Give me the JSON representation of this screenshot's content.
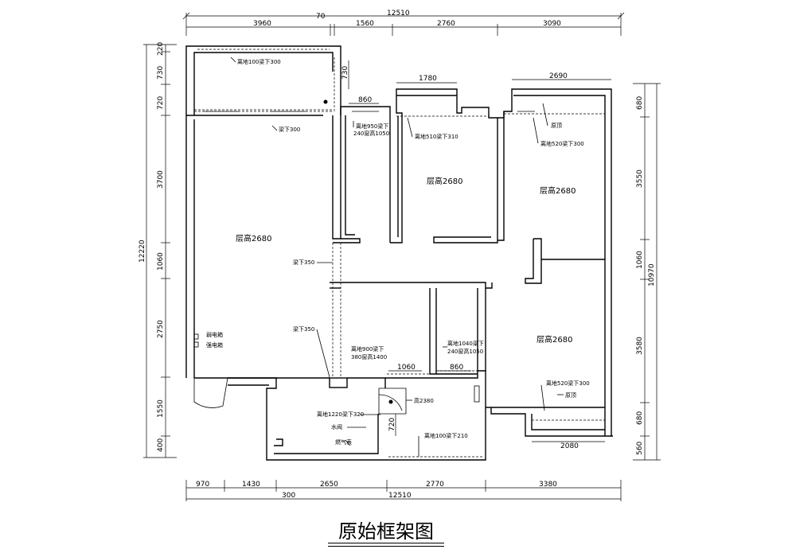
{
  "title": "原始框架图",
  "dimensions": {
    "top_total": "12510",
    "top_segments": [
      "3960",
      "70",
      "1560",
      "2760",
      "3090"
    ],
    "bottom_segments": [
      "970",
      "1430",
      "2650",
      "2770",
      "3380"
    ],
    "bottom_total": "12510",
    "bottom_extra": "300",
    "left_total": "12220",
    "left_segments": [
      "220",
      "730",
      "720",
      "3700",
      "1060",
      "2750",
      "1550",
      "400"
    ],
    "right_total": "10970",
    "right_segments": [
      "680",
      "3550",
      "1060",
      "3580",
      "680",
      "560"
    ],
    "inner": {
      "w1780": "1780",
      "w2690": "2690",
      "w860a": "860",
      "w860b": "860",
      "w1060": "1060",
      "w2080": "2080",
      "h730": "730",
      "h720": "720"
    }
  },
  "rooms": {
    "living": "层高2680",
    "bed_mid": "层高2680",
    "bed_right": "层高2680",
    "bed_bottom_right": "层高2680"
  },
  "notes": {
    "n1": "离地100梁下300",
    "n2": "梁下300",
    "n3": "离地950梁下",
    "n3b": "240窗高1050",
    "n4": "离地510梁下310",
    "n5": "原顶",
    "n6": "离地520梁下300",
    "n7": "梁下350",
    "n8": "梁下350",
    "n9": "弱电箱",
    "n10": "强电箱",
    "n11": "离地900梁下",
    "n11b": "380窗高1400",
    "n12": "离地1040梁下",
    "n12b": "240窗高1050",
    "n13": "离地520梁下300",
    "n14": "原顶",
    "n15": "高2380",
    "n16": "离地1220梁下320",
    "n17": "水阀",
    "n18": "燃气表",
    "n19": "离地100梁下210"
  }
}
